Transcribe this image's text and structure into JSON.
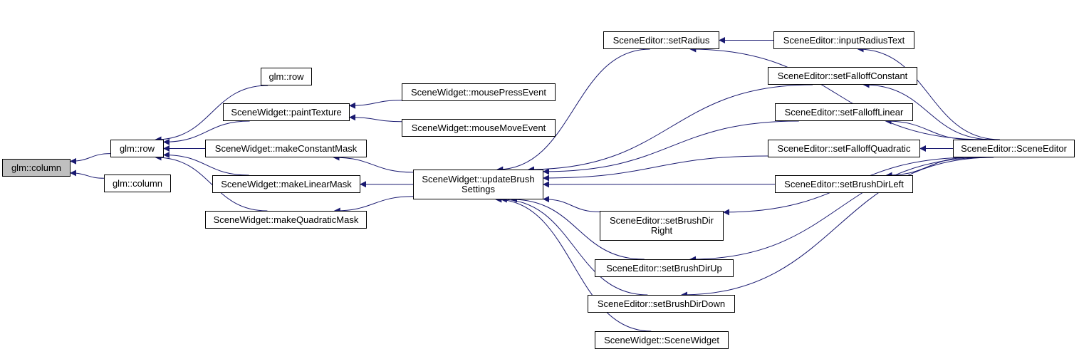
{
  "colors": {
    "edge": "#191970",
    "root_fill": "#bfbfbf",
    "node_fill": "#ffffff",
    "border": "#000000"
  },
  "nodes": {
    "glm_column_root": "glm::column",
    "glm_column": "glm::column",
    "glm_row_main": "glm::row",
    "glm_row_top": "glm::row",
    "paint_texture": "SceneWidget::paintTexture",
    "make_constant_mask": "SceneWidget::makeConstantMask",
    "make_linear_mask": "SceneWidget::makeLinearMask",
    "make_quadratic_mask": "SceneWidget::makeQuadraticMask",
    "mouse_press_event": "SceneWidget::mousePressEvent",
    "mouse_move_event": "SceneWidget::mouseMoveEvent",
    "update_brush_settings": "SceneWidget::updateBrush\nSettings",
    "set_radius": "SceneEditor::setRadius",
    "input_radius_text": "SceneEditor::inputRadiusText",
    "set_falloff_constant": "SceneEditor::setFalloffConstant",
    "set_falloff_linear": "SceneEditor::setFalloffLinear",
    "set_falloff_quadratic": "SceneEditor::setFalloffQuadratic",
    "set_brush_dir_left": "SceneEditor::setBrushDirLeft",
    "set_brush_dir_right": "SceneEditor::setBrushDir\nRight",
    "set_brush_dir_up": "SceneEditor::setBrushDirUp",
    "set_brush_dir_down": "SceneEditor::setBrushDirDown",
    "scene_widget_ctor": "SceneWidget::SceneWidget",
    "scene_editor_ctor": "SceneEditor::SceneEditor"
  },
  "edges": [
    [
      "glm_row_main",
      "glm_column_root"
    ],
    [
      "glm_column",
      "glm_column_root"
    ],
    [
      "glm_row_top",
      "glm_row_main"
    ],
    [
      "paint_texture",
      "glm_row_main"
    ],
    [
      "make_constant_mask",
      "glm_row_main"
    ],
    [
      "make_linear_mask",
      "glm_row_main"
    ],
    [
      "make_quadratic_mask",
      "glm_row_main"
    ],
    [
      "mouse_press_event",
      "paint_texture"
    ],
    [
      "mouse_move_event",
      "paint_texture"
    ],
    [
      "update_brush_settings",
      "make_constant_mask"
    ],
    [
      "update_brush_settings",
      "make_linear_mask"
    ],
    [
      "update_brush_settings",
      "make_quadratic_mask"
    ],
    [
      "set_radius",
      "update_brush_settings"
    ],
    [
      "set_falloff_constant",
      "update_brush_settings"
    ],
    [
      "set_falloff_linear",
      "update_brush_settings"
    ],
    [
      "set_falloff_quadratic",
      "update_brush_settings"
    ],
    [
      "set_brush_dir_left",
      "update_brush_settings"
    ],
    [
      "set_brush_dir_right",
      "update_brush_settings"
    ],
    [
      "set_brush_dir_up",
      "update_brush_settings"
    ],
    [
      "set_brush_dir_down",
      "update_brush_settings"
    ],
    [
      "scene_widget_ctor",
      "update_brush_settings"
    ],
    [
      "input_radius_text",
      "set_radius"
    ],
    [
      "scene_editor_ctor",
      "set_radius"
    ],
    [
      "scene_editor_ctor",
      "input_radius_text"
    ],
    [
      "scene_editor_ctor",
      "set_falloff_constant"
    ],
    [
      "scene_editor_ctor",
      "set_falloff_linear"
    ],
    [
      "scene_editor_ctor",
      "set_falloff_quadratic"
    ],
    [
      "scene_editor_ctor",
      "set_brush_dir_left"
    ],
    [
      "scene_editor_ctor",
      "set_brush_dir_right"
    ],
    [
      "scene_editor_ctor",
      "set_brush_dir_up"
    ],
    [
      "scene_editor_ctor",
      "set_brush_dir_down"
    ]
  ]
}
